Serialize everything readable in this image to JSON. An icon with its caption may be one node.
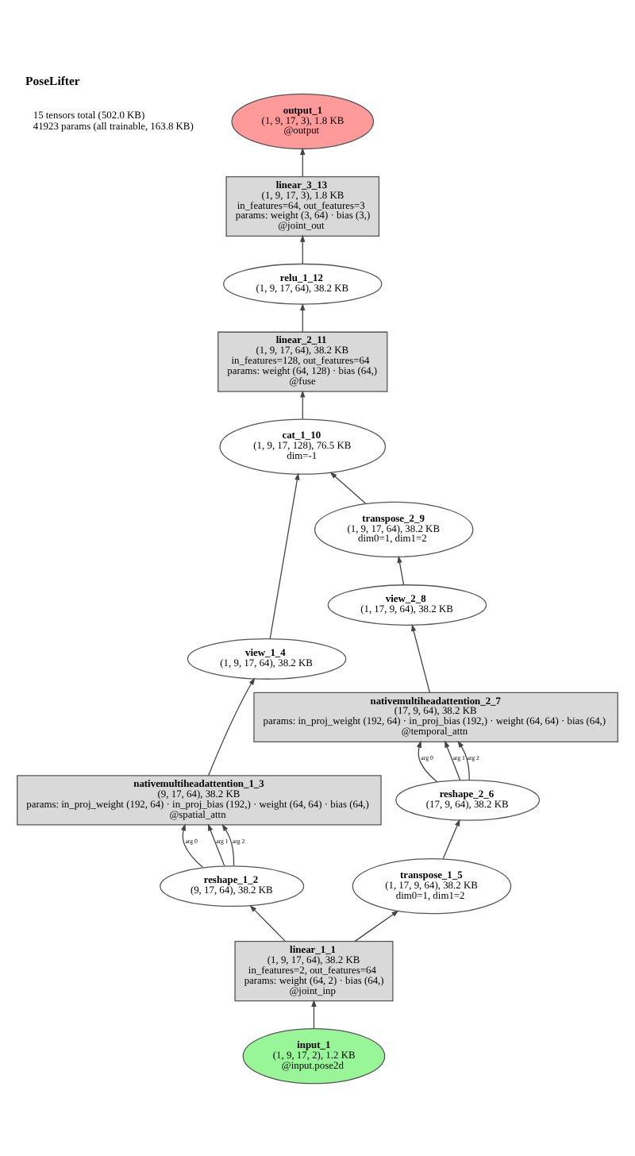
{
  "diagram": {
    "title": "PoseLifter",
    "nodes": [
      {
        "text": [
          "output_1",
          "(1, 9, 17, 3), 1.8 KB",
          "@output"
        ]
      },
      {
        "text": [
          "linear_3_13",
          "(1, 9, 17, 3), 1.8 KB",
          "in_features=64, out_features=3",
          "params: weight (3, 64) · bias (3,)",
          "@joint_out"
        ]
      },
      {
        "text": [
          "relu_1_12",
          "(1, 9, 17, 64), 38.2 KB"
        ]
      },
      {
        "text": [
          "linear_2_11",
          "(1, 9, 17, 64), 38.2 KB",
          "in_features=128, out_features=64",
          "params: weight (64, 128) · bias (64,)",
          "@fuse"
        ]
      },
      {
        "text": [
          "cat_1_10",
          "(1, 9, 17, 128), 76.5 KB",
          "dim=-1"
        ]
      },
      {
        "text": [
          "transpose_2_9",
          "(1, 9, 17, 64), 38.2 KB",
          "dim0=1, dim1=2"
        ]
      },
      {
        "text": [
          "view_1_4",
          "(1, 9, 17, 64), 38.2 KB"
        ]
      },
      {
        "text": [
          "view_2_8",
          "(1, 17, 9, 64), 38.2 KB"
        ]
      },
      {
        "text": [
          "nativemultiheadattention_2_7",
          "(17, 9, 64), 38.2 KB",
          "params: in_proj_weight (192, 64) · in_proj_bias (192,) · weight (64, 64) · bias (64,)",
          "@temporal_attn"
        ]
      },
      {
        "text": [
          "nativemultiheadattention_1_3",
          "(9, 17, 64), 38.2 KB",
          "params: in_proj_weight (192, 64) · in_proj_bias (192,) · weight (64, 64) · bias (64,)",
          "@spatial_attn"
        ]
      },
      {
        "text": [
          "reshape_2_6",
          "(17, 9, 64), 38.2 KB"
        ]
      },
      {
        "text": [
          "reshape_1_2",
          "(9, 17, 64), 38.2 KB"
        ]
      },
      {
        "text": [
          "transpose_1_5",
          "(1, 17, 9, 64), 38.2 KB",
          "dim0=1, dim1=2"
        ]
      },
      {
        "text": [
          "linear_1_1",
          "(1, 9, 17, 64), 38.2 KB",
          "in_features=2, out_features=64",
          "params: weight (64, 2) · bias (64,)",
          "@joint_inp"
        ]
      },
      {
        "text": [
          "input_1",
          "(1, 9, 17, 2), 1.2 KB",
          "@input.pose2d"
        ]
      }
    ],
    "edges": [
      {
        "from": 14,
        "to": 13,
        "arrow": "to"
      },
      {
        "from": 13,
        "to": 11,
        "arrow": "to"
      },
      {
        "from": 13,
        "to": 12,
        "arrow": "to"
      },
      {
        "from": 11,
        "to": 9,
        "arrow": "to",
        "label": "arg 0"
      },
      {
        "from": 11,
        "to": 9,
        "arrow": "to",
        "label": "arg 1"
      },
      {
        "from": 11,
        "to": 9,
        "arrow": "to",
        "label": "arg 2"
      },
      {
        "from": 12,
        "to": 10,
        "arrow": "to"
      },
      {
        "from": 10,
        "to": 8,
        "arrow": "to",
        "label": "arg 0"
      },
      {
        "from": 10,
        "to": 8,
        "arrow": "to",
        "label": "arg 1"
      },
      {
        "from": 10,
        "to": 8,
        "arrow": "to",
        "label": "arg 2"
      },
      {
        "from": 9,
        "to": 6,
        "arrow": "to"
      },
      {
        "from": 8,
        "to": 7,
        "arrow": "to"
      },
      {
        "from": 7,
        "to": 5,
        "arrow": "to"
      },
      {
        "from": 6,
        "to": 4,
        "arrow": "to"
      },
      {
        "from": 5,
        "to": 4,
        "arrow": "to"
      },
      {
        "from": 4,
        "to": 3,
        "arrow": "to"
      },
      {
        "from": 3,
        "to": 2,
        "arrow": "to"
      },
      {
        "from": 2,
        "to": 1,
        "arrow": "to"
      },
      {
        "from": 1,
        "to": 0,
        "arrow": "to"
      }
    ],
    "labels": [
      "15 tensors total (502.0 KB)",
      "41923 params (all trainable, 163.8 KB)"
    ]
  }
}
